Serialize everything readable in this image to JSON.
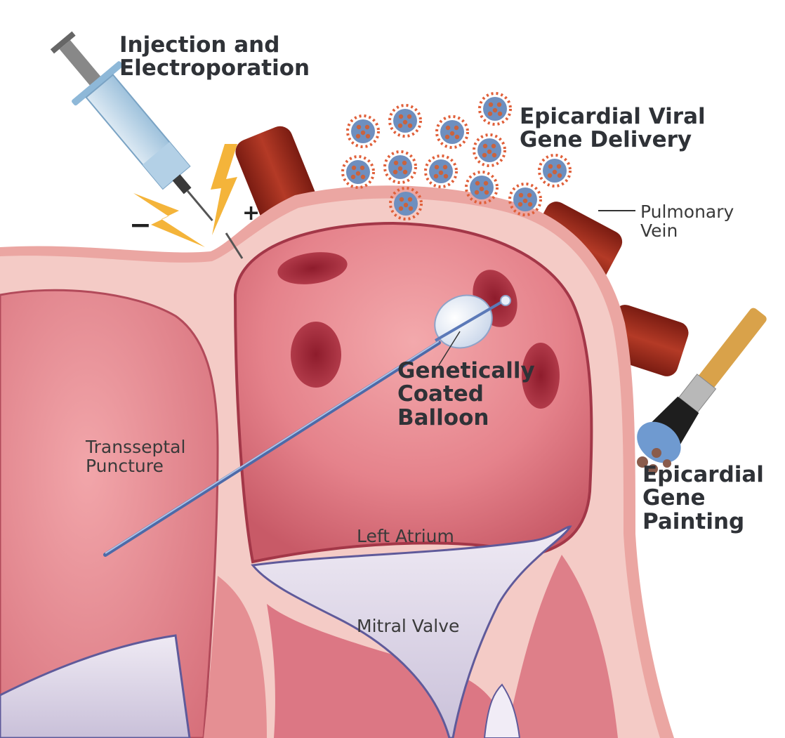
{
  "labels": {
    "injection": "Injection and\nElectroporation",
    "viral": "Epicardial Viral\nGene Delivery",
    "pulmonary": "Pulmonary\nVein",
    "balloon": "Genetically\nCoated\nBalloon",
    "transseptal": "Transseptal\nPuncture",
    "painting": "Epicardial\nGene\nPainting",
    "left_atrium": "Left Atrium",
    "mitral": "Mitral Valve",
    "plus": "+",
    "minus": "−"
  },
  "colors": {
    "tissue_outer": "#e69c9a",
    "tissue_light": "#f3c7c2",
    "chamber": "#e88a90",
    "chamber_dark": "#b83a4a",
    "vein": "#9c2a1c",
    "virus_core": "#6e8fbf",
    "virus_spike": "#e0603a",
    "lightning": "#f4b43a",
    "valve": "#d8d2e4",
    "catheter": "#5b79b8"
  }
}
